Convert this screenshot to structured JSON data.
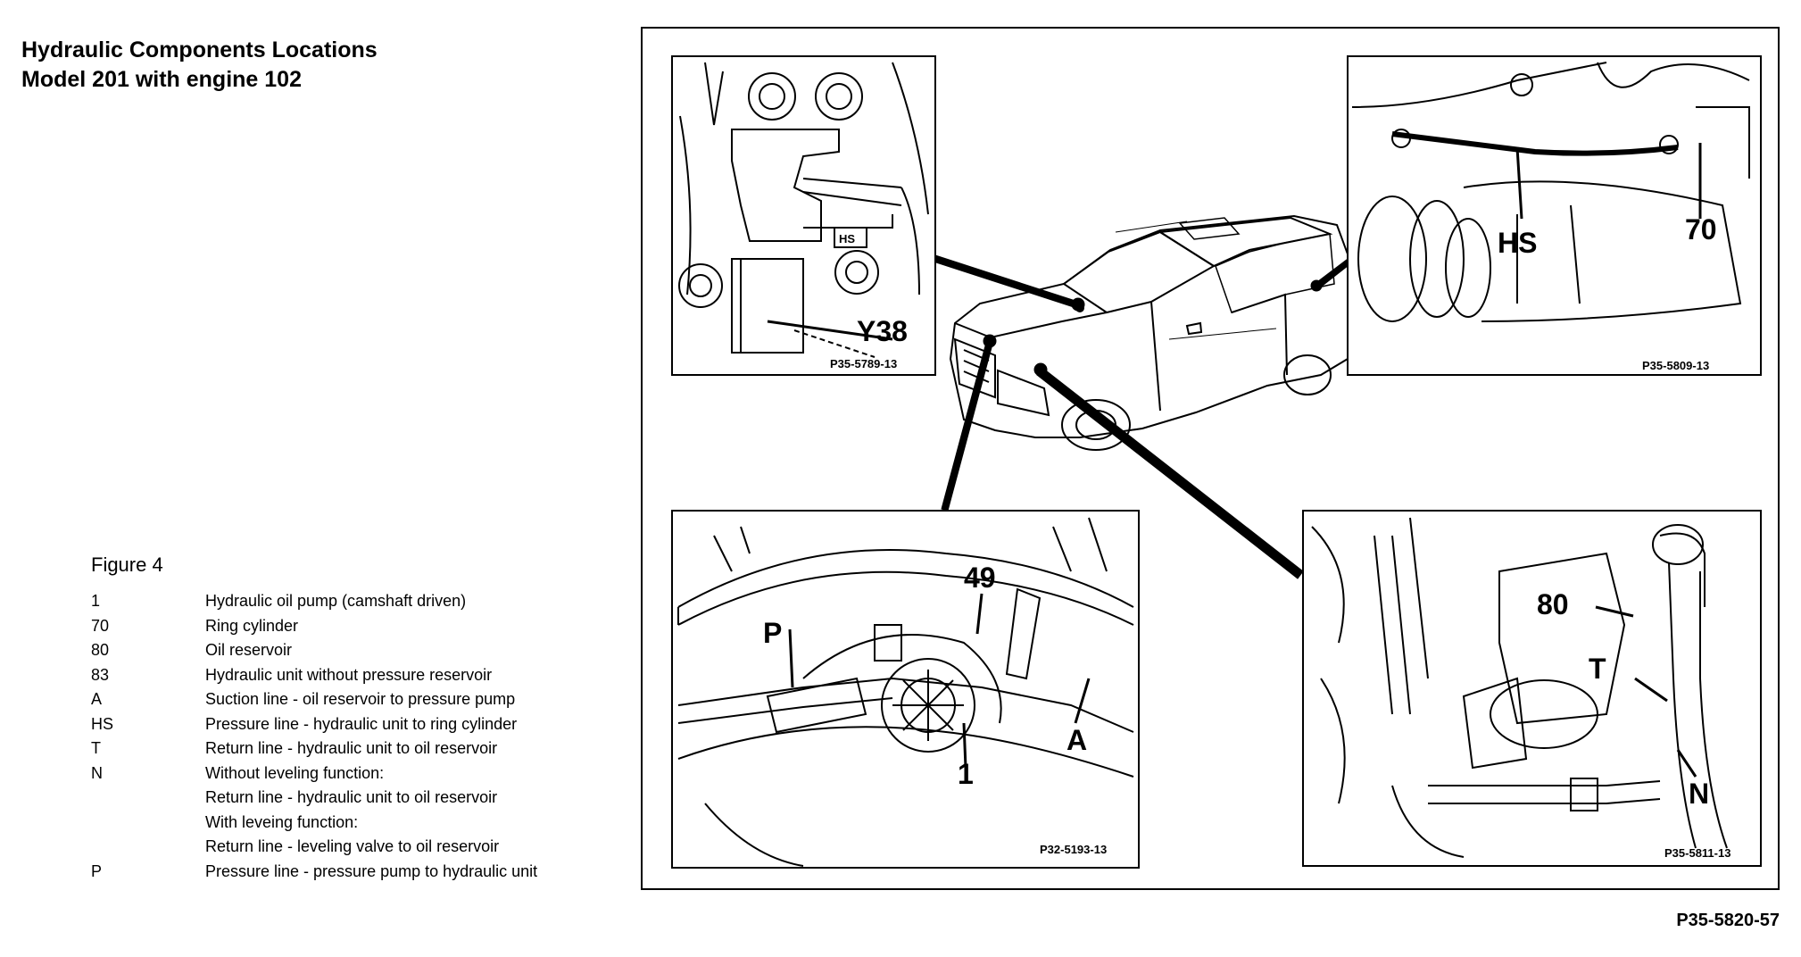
{
  "title": {
    "line1": "Hydraulic Components Locations",
    "line2": "Model 201 with engine 102"
  },
  "figure_label": "Figure 4",
  "legend": [
    {
      "key": "1",
      "text": "Hydraulic oil pump (camshaft driven)"
    },
    {
      "key": "70",
      "text": "Ring cylinder"
    },
    {
      "key": "80",
      "text": "Oil reservoir"
    },
    {
      "key": "83",
      "text": "Hydraulic unit without pressure reservoir"
    },
    {
      "key": "A",
      "text": "Suction line - oil reservoir to pressure pump"
    },
    {
      "key": "HS",
      "text": "Pressure line - hydraulic unit to ring cylinder"
    },
    {
      "key": "T",
      "text": "Return line - hydraulic unit to oil reservoir"
    },
    {
      "key": "N",
      "text": "Without leveling function:"
    },
    {
      "key": "",
      "text": "Return line - hydraulic unit to oil reservoir"
    },
    {
      "key": "",
      "text": "With leveing function:"
    },
    {
      "key": "",
      "text": "Return line - leveling valve to oil reservoir"
    },
    {
      "key": "P",
      "text": "Pressure line - pressure pump to hydraulic unit"
    }
  ],
  "insets": {
    "top_left": {
      "code": "P35-5789-13",
      "callouts": {
        "y38": "Y38",
        "hs": "HS"
      }
    },
    "top_right": {
      "code": "P35-5809-13",
      "callouts": {
        "hs": "HS",
        "ring": "70"
      }
    },
    "bottom_left": {
      "code": "P32-5193-13",
      "callouts": {
        "p": "P",
        "c49": "49",
        "c1": "1",
        "a": "A"
      }
    },
    "bottom_right": {
      "code": "P35-5811-13",
      "callouts": {
        "c80": "80",
        "t": "T",
        "n": "N"
      }
    }
  },
  "figure_code": "P35-5820-57"
}
